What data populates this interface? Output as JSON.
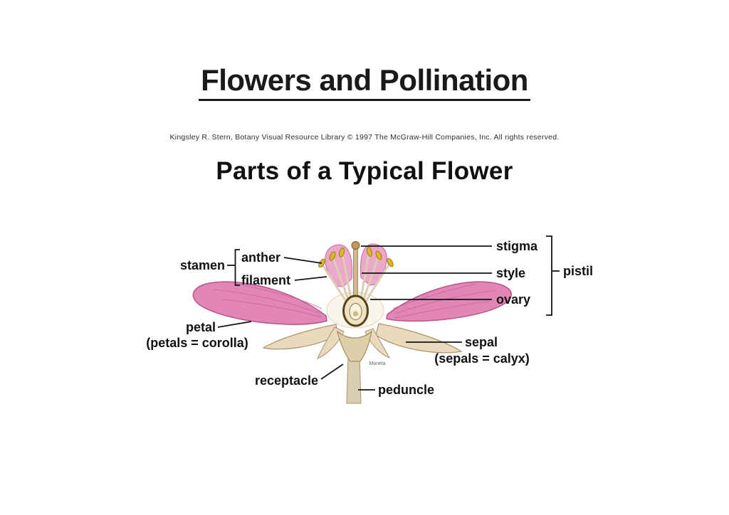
{
  "slide": {
    "title": "Flowers and Pollination",
    "credit_line": "Kingsley R. Stern, Botany Visual Resource Library © 1997 The McGraw-Hill Companies, Inc. All rights reserved.",
    "diagram_title": "Parts of a Typical Flower",
    "artist_signature": "Monela"
  },
  "diagram_labels": {
    "stamen": "stamen",
    "anther": "anther",
    "filament": "filament",
    "petal": "petal",
    "petal_note": "(petals = corolla)",
    "receptacle": "receptacle",
    "peduncle": "peduncle",
    "sepal": "sepal",
    "sepal_note": "(sepals = calyx)",
    "stigma": "stigma",
    "style": "style",
    "ovary": "ovary",
    "pistil": "pistil"
  },
  "colors": {
    "petal_pink": "#e287b5",
    "petal_light_pink": "#eba8c9",
    "anther_yellow": "#e2b32e",
    "sepal_cream": "#ead9bd",
    "receptacle_tan": "#dccfa9",
    "stem_tan": "#d9cfb2",
    "ovary_cream": "#efe2c2",
    "label_text": "#111111",
    "title_text": "#1a1a1a"
  }
}
